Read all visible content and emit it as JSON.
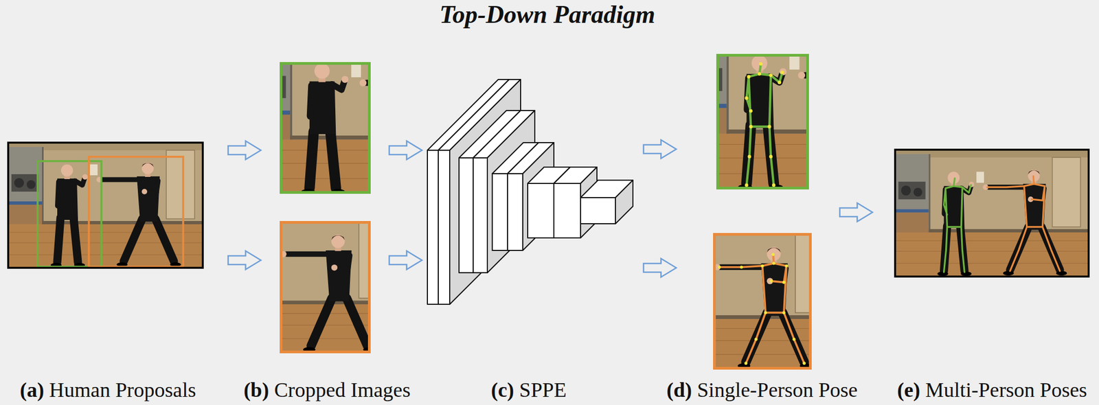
{
  "diagram": {
    "title": "Top-Down Paradigm",
    "nodes": [
      {
        "text": [
          "(a)",
          "Human Proposals"
        ]
      },
      {
        "text": [
          "(b)",
          "Cropped Images"
        ]
      },
      {
        "text": [
          "(c)",
          "SPPE"
        ]
      },
      {
        "text": [
          "(d)",
          "Single-Person Pose"
        ]
      },
      {
        "text": [
          "(e)",
          "Multi-Person Poses"
        ]
      }
    ],
    "edges": [
      {
        "from": 0,
        "to": 1,
        "arrow": "to"
      },
      {
        "from": 0,
        "to": 1,
        "arrow": "to"
      },
      {
        "from": 1,
        "to": 2,
        "arrow": "to"
      },
      {
        "from": 1,
        "to": 2,
        "arrow": "to"
      },
      {
        "from": 2,
        "to": 3,
        "arrow": "to"
      },
      {
        "from": 2,
        "to": 3,
        "arrow": "to"
      },
      {
        "from": 3,
        "to": 4,
        "arrow": "to"
      }
    ]
  }
}
